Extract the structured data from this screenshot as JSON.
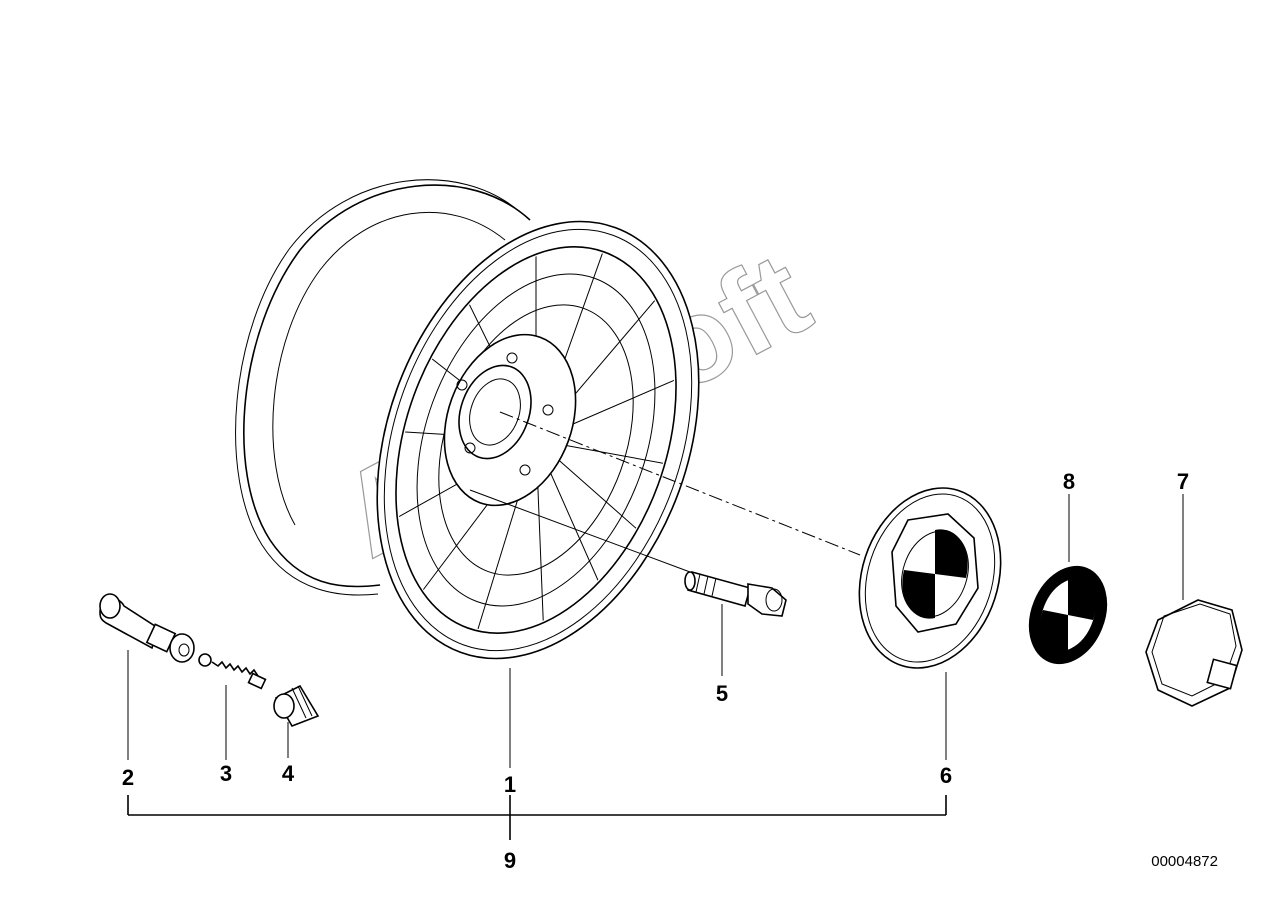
{
  "diagram": {
    "callouts": {
      "c1": "1",
      "c2": "2",
      "c3": "3",
      "c4": "4",
      "c5": "5",
      "c6": "6",
      "c7": "7",
      "c8": "8",
      "c9": "9"
    },
    "reference_code": "00004872",
    "watermark": "AutoSoft"
  }
}
